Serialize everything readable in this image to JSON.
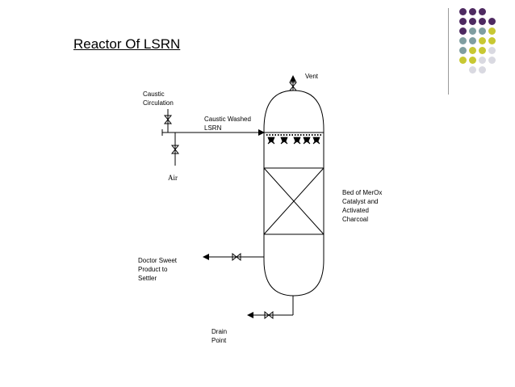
{
  "slide": {
    "title": "Reactor Of LSRN"
  },
  "labels": {
    "vent": "Vent",
    "caustic_circulation": "Caustic\nCirculation",
    "caustic_washed": "Caustic Washed\nLSRN",
    "air": "Air",
    "bed": "Bed of MerOx\nCatalyst and\nActivated\nCharcoal",
    "doctor_sweet": "Doctor Sweet\nProduct to\nSettler",
    "drain": "Drain\nPoint"
  },
  "colors": {
    "purple": "#4e2a61",
    "teal": "#7f9ea0",
    "olive": "#c8c832",
    "light": "#d9d9e1"
  },
  "decor_grid": [
    [
      "purple",
      "purple",
      "purple",
      "none"
    ],
    [
      "purple",
      "purple",
      "purple",
      "purple"
    ],
    [
      "purple",
      "teal",
      "teal",
      "olive"
    ],
    [
      "teal",
      "teal",
      "olive",
      "olive"
    ],
    [
      "teal",
      "olive",
      "olive",
      "light"
    ],
    [
      "olive",
      "olive",
      "light",
      "light"
    ],
    [
      "none",
      "light",
      "light",
      "none"
    ]
  ]
}
